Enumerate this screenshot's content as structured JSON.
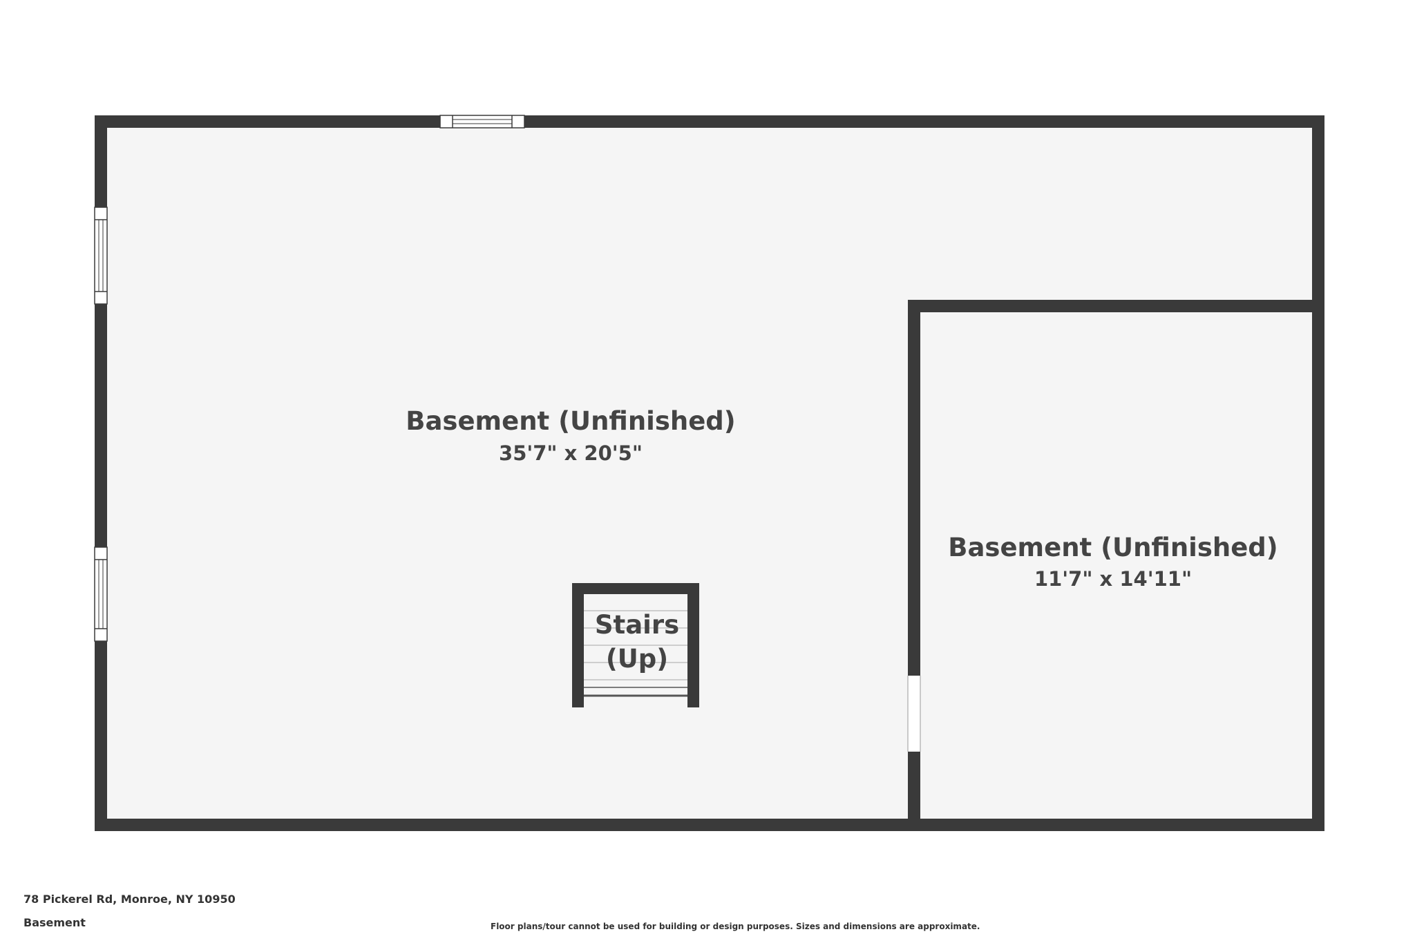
{
  "floor_plan": {
    "rooms": [
      {
        "name": "Basement (Unfinished)",
        "dimensions": "35'7\" x 20'5\""
      },
      {
        "name": "Basement (Unfinished)",
        "dimensions": "11'7\" x 14'11\""
      },
      {
        "name_line1": "Stairs",
        "name_line2": "(Up)"
      }
    ]
  },
  "footer": {
    "address": "78 Pickerel Rd, Monroe, NY 10950",
    "level": "Basement",
    "disclaimer": "Floor plans/tour cannot be used for building or design purposes. Sizes and dimensions are approximate."
  },
  "colors": {
    "wall": "#3a3a3a",
    "floor": "#f5f5f5",
    "label": "#444444"
  }
}
